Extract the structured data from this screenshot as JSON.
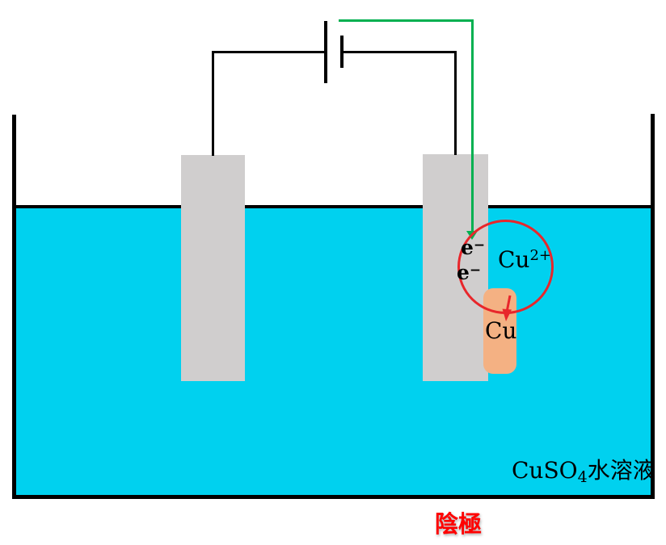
{
  "colors": {
    "solution": "#00d1ef",
    "electrode": "#d0cece",
    "deposit": "#f4b183",
    "wire-green": "#00b050",
    "circle-red": "#e8262b",
    "accent-red": "#ff0000"
  },
  "labels": {
    "electron_top_base": "e",
    "electron_top_sup": "−",
    "electron_bottom_base": "e",
    "electron_bottom_sup": "−",
    "copper_ion_base": "Cu",
    "copper_ion_sup": "2+",
    "copper_deposit": "Cu",
    "solution_base": "CuSO",
    "solution_sub": "4",
    "solution_suffix": "水溶液",
    "cathode": "陰極"
  }
}
